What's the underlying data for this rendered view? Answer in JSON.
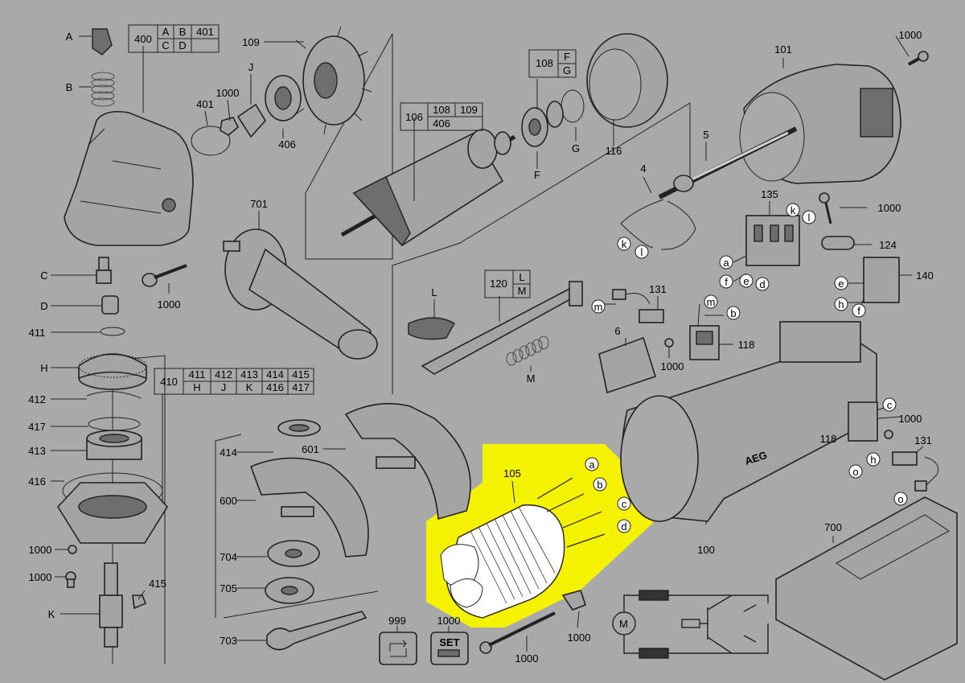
{
  "labels": {
    "A": "A",
    "B": "B",
    "C": "C",
    "D": "D",
    "E411": "411",
    "H": "H",
    "L412": "412",
    "L417": "417",
    "L413": "413",
    "L416": "416",
    "L1000a": "1000",
    "L1000b": "1000",
    "K": "K",
    "L415": "415",
    "L401": "401",
    "L1000c": "1000",
    "J": "J",
    "L109": "109",
    "L406": "406",
    "L701": "701",
    "L1000d": "1000",
    "L414": "414",
    "L600": "600",
    "L601": "601",
    "L704": "704",
    "L705": "705",
    "L703": "703",
    "L999": "999",
    "L1000e": "1000",
    "SET": "SET",
    "L1000f": "1000",
    "L1000g": "1000",
    "L105": "105",
    "La": "a",
    "Lb": "b",
    "Lc": "c",
    "Ld": "d",
    "L100": "100",
    "L700": "700",
    "L131b": "131",
    "Lo2": "o",
    "L118b": "118",
    "Lc2": "c",
    "Lh2": "h",
    "Lo3": "o",
    "L1000h": "1000",
    "L6": "6",
    "L1000i": "1000",
    "L118": "118",
    "Lm2": "m",
    "Lb2": "b",
    "L131": "131",
    "Lm": "m",
    "L120": "120",
    "LL": "L",
    "LM": "M",
    "L_L": "L",
    "L_M": "M",
    "L116": "116",
    "LG": "G",
    "LF": "F",
    "L108": "108",
    "LF2": "F",
    "LG2": "G",
    "L106": "106",
    "L108b": "108",
    "L109b": "109",
    "L406b": "406",
    "L101": "101",
    "L1000j": "1000",
    "L5": "5",
    "L4": "4",
    "Lk": "k",
    "Ll": "l",
    "L135": "135",
    "Lk2": "k",
    "Ll2": "l",
    "La2": "a",
    "Lf": "f",
    "Le": "e",
    "Ld2": "d",
    "L1000k": "1000",
    "L124": "124",
    "L140": "140",
    "Le2": "e",
    "Lh": "h",
    "Lf2": "f"
  },
  "tables": {
    "t400": {
      "head": "400",
      "cells": [
        "A",
        "B",
        "401",
        "C",
        "D",
        ""
      ]
    },
    "t410": {
      "head": "410",
      "cells": [
        "411",
        "412",
        "413",
        "414",
        "415",
        "H",
        "J",
        "K",
        "416",
        "417"
      ]
    }
  },
  "brand": "AEG",
  "colors": {
    "background": "#a9a9a9",
    "highlight": "#f5f200",
    "ink": "#222222"
  }
}
